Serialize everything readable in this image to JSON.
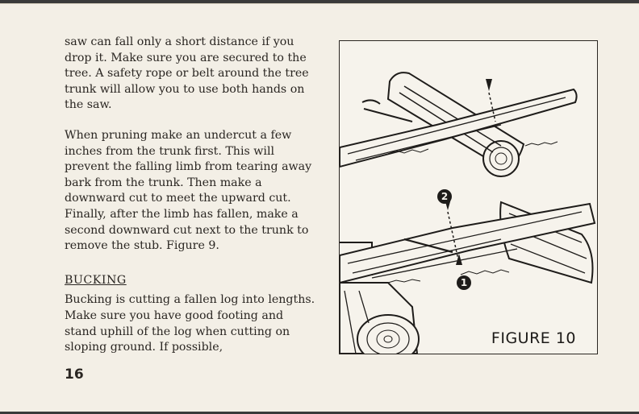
{
  "page": {
    "paragraph1": "saw can fall only a short distance if you drop it. Make sure you are secured to the tree. A safety rope or belt around the tree trunk will allow you to use both hands on the saw.",
    "paragraph2": "When pruning make an undercut a few inches from the trunk first. This will prevent the falling limb from tearing away bark from the trunk. Then make a downward cut to meet the upward cut. Finally, after the limb has fallen, make a second downward cut next to the trunk to remove the stub. Figure 9.",
    "heading": "BUCKING",
    "paragraph3": "Bucking is cutting a fallen log into lengths. Make sure you have good footing and stand uphill of the log when cutting on sloping ground. If possible,",
    "page_number": "16"
  },
  "figure": {
    "caption": "FIGURE 10",
    "marker_top": "2",
    "marker_bottom": "1"
  }
}
